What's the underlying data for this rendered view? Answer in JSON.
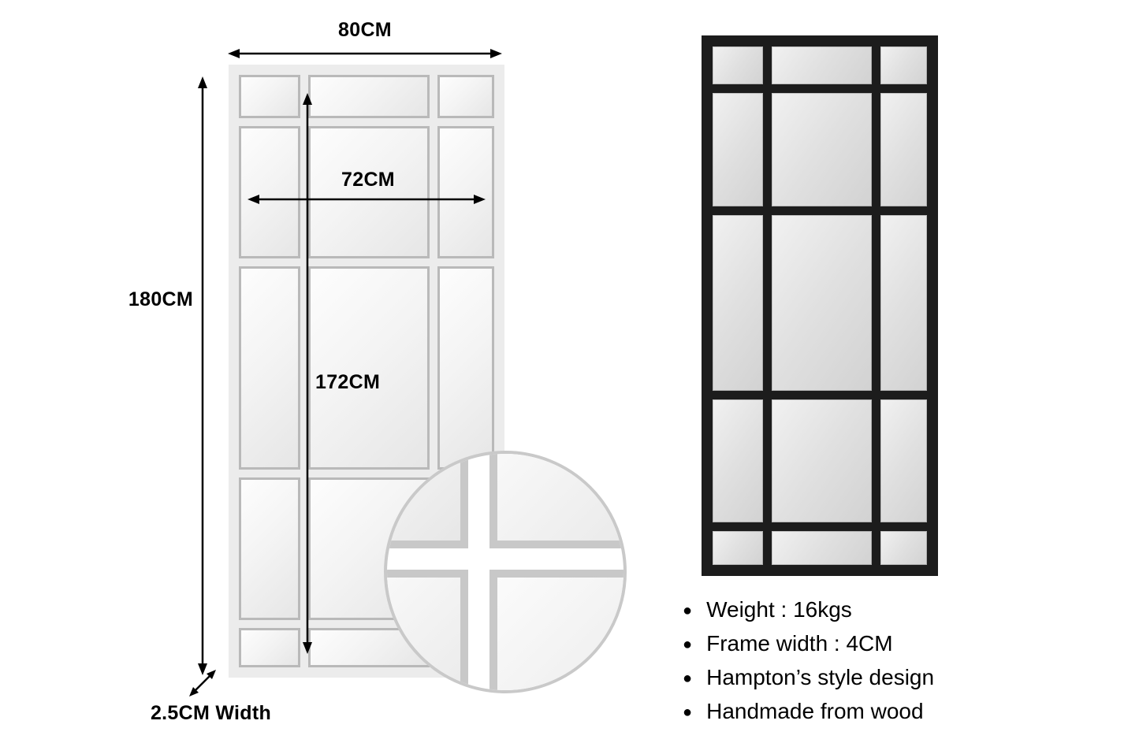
{
  "colors": {
    "background": "#ffffff",
    "sketch_frame": "#ececec",
    "sketch_pane_line": "#b9b9b9",
    "product_frame": "#1c1c1c",
    "product_pane": "#e0e0e0",
    "detail_ring": "#c9c9c9",
    "text": "#000000"
  },
  "dimensions": {
    "outer_width": "80CM",
    "outer_height": "180CM",
    "inner_width": "72CM",
    "inner_height": "172CM",
    "frame_depth": "2.5CM Width"
  },
  "features": {
    "bullet": "●",
    "items": [
      {
        "label": "Weight : 16kgs"
      },
      {
        "label": "Frame width  : 4CM"
      },
      {
        "label": "Hampton’s style design"
      },
      {
        "label": "Handmade from wood"
      }
    ]
  }
}
